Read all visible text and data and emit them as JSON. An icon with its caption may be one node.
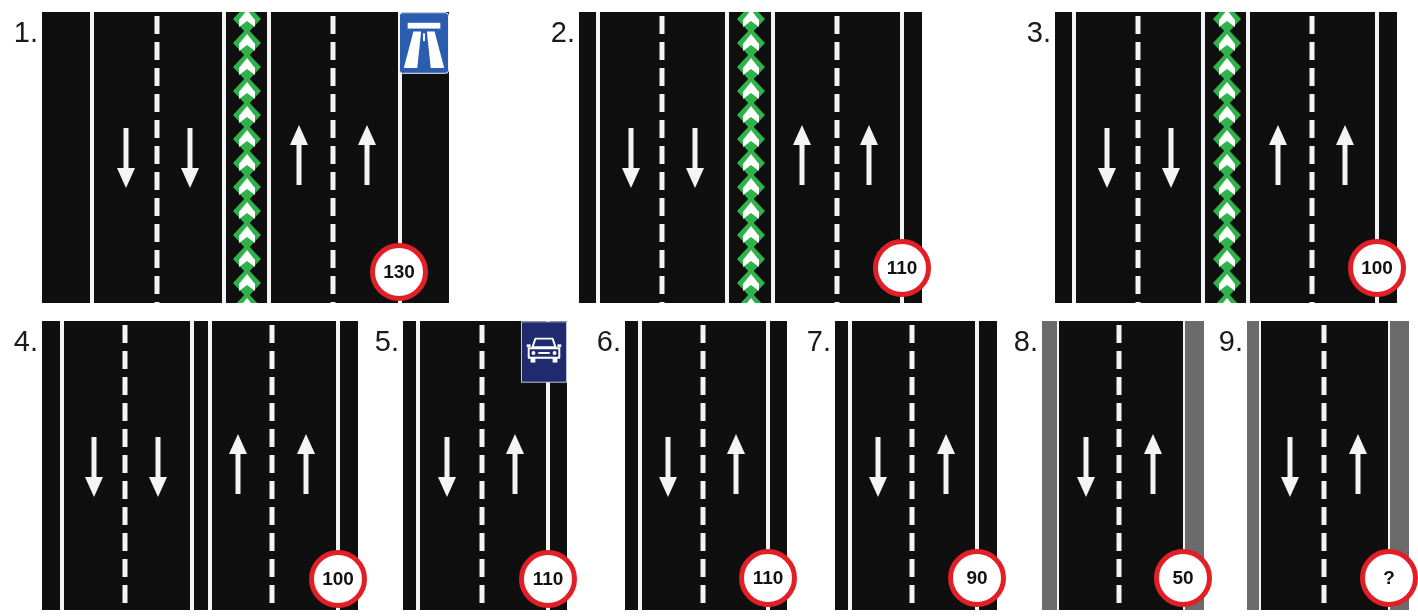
{
  "diagram": {
    "labels": [
      "1.",
      "130",
      "2.",
      "110",
      "3.",
      "100",
      "4.",
      "100",
      "5.",
      "110",
      "6.",
      "110",
      "7.",
      "90",
      "8.",
      "50",
      "9.",
      "?"
    ]
  }
}
